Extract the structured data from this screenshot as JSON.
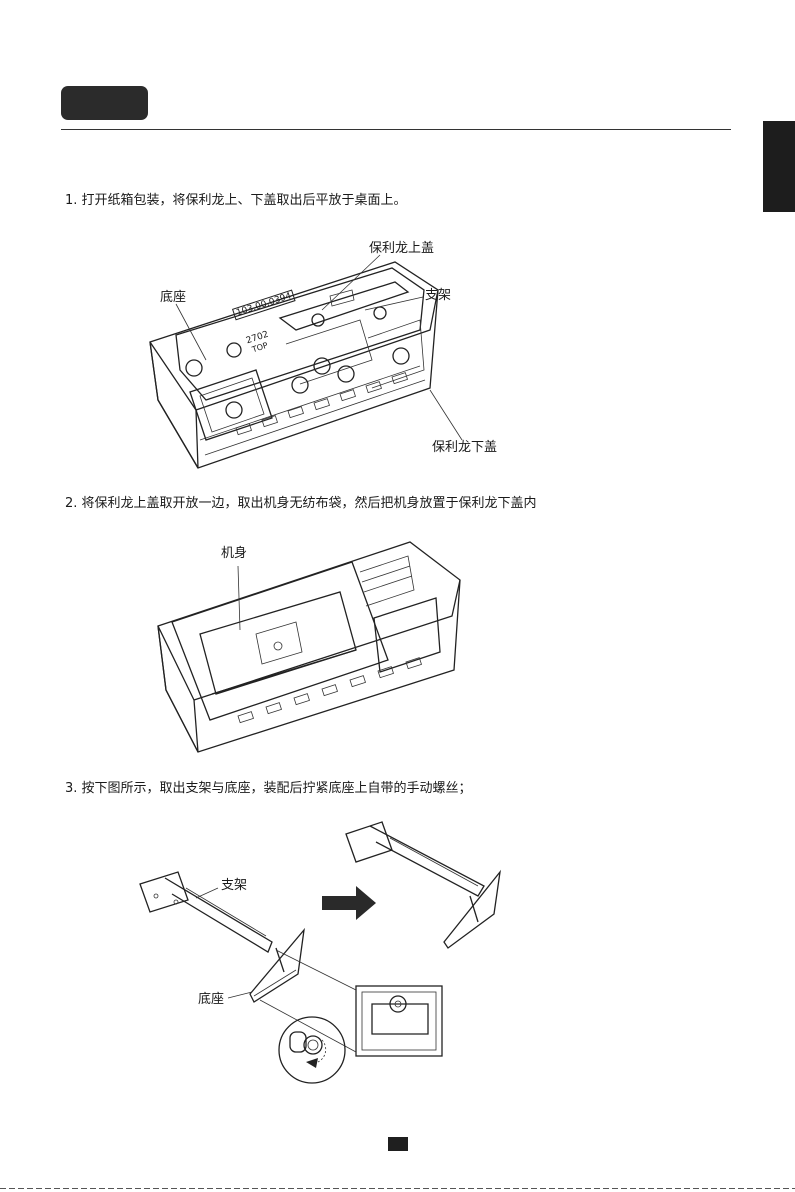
{
  "steps": [
    "1. 打开纸箱包装，将保利龙上、下盖取出后平放于桌面上。",
    "2.  将保利龙上盖取开放一边，取出机身无纺布袋，然后把机身放置于保利龙下盖内",
    "3. 按下图所示，取出支架与底座，装配后拧紧底座上自带的手动螺丝；"
  ],
  "figure1": {
    "label_top_cover": "保利龙上盖",
    "label_base": "底座",
    "label_stand": "支架",
    "label_bottom_cover": "保利龙下盖",
    "part_code": "103.00.0394",
    "marking_top": "TOP",
    "marking_num": "2702"
  },
  "figure2": {
    "label_body": "机身"
  },
  "figure3": {
    "label_stand": "支架",
    "label_base": "底座"
  }
}
